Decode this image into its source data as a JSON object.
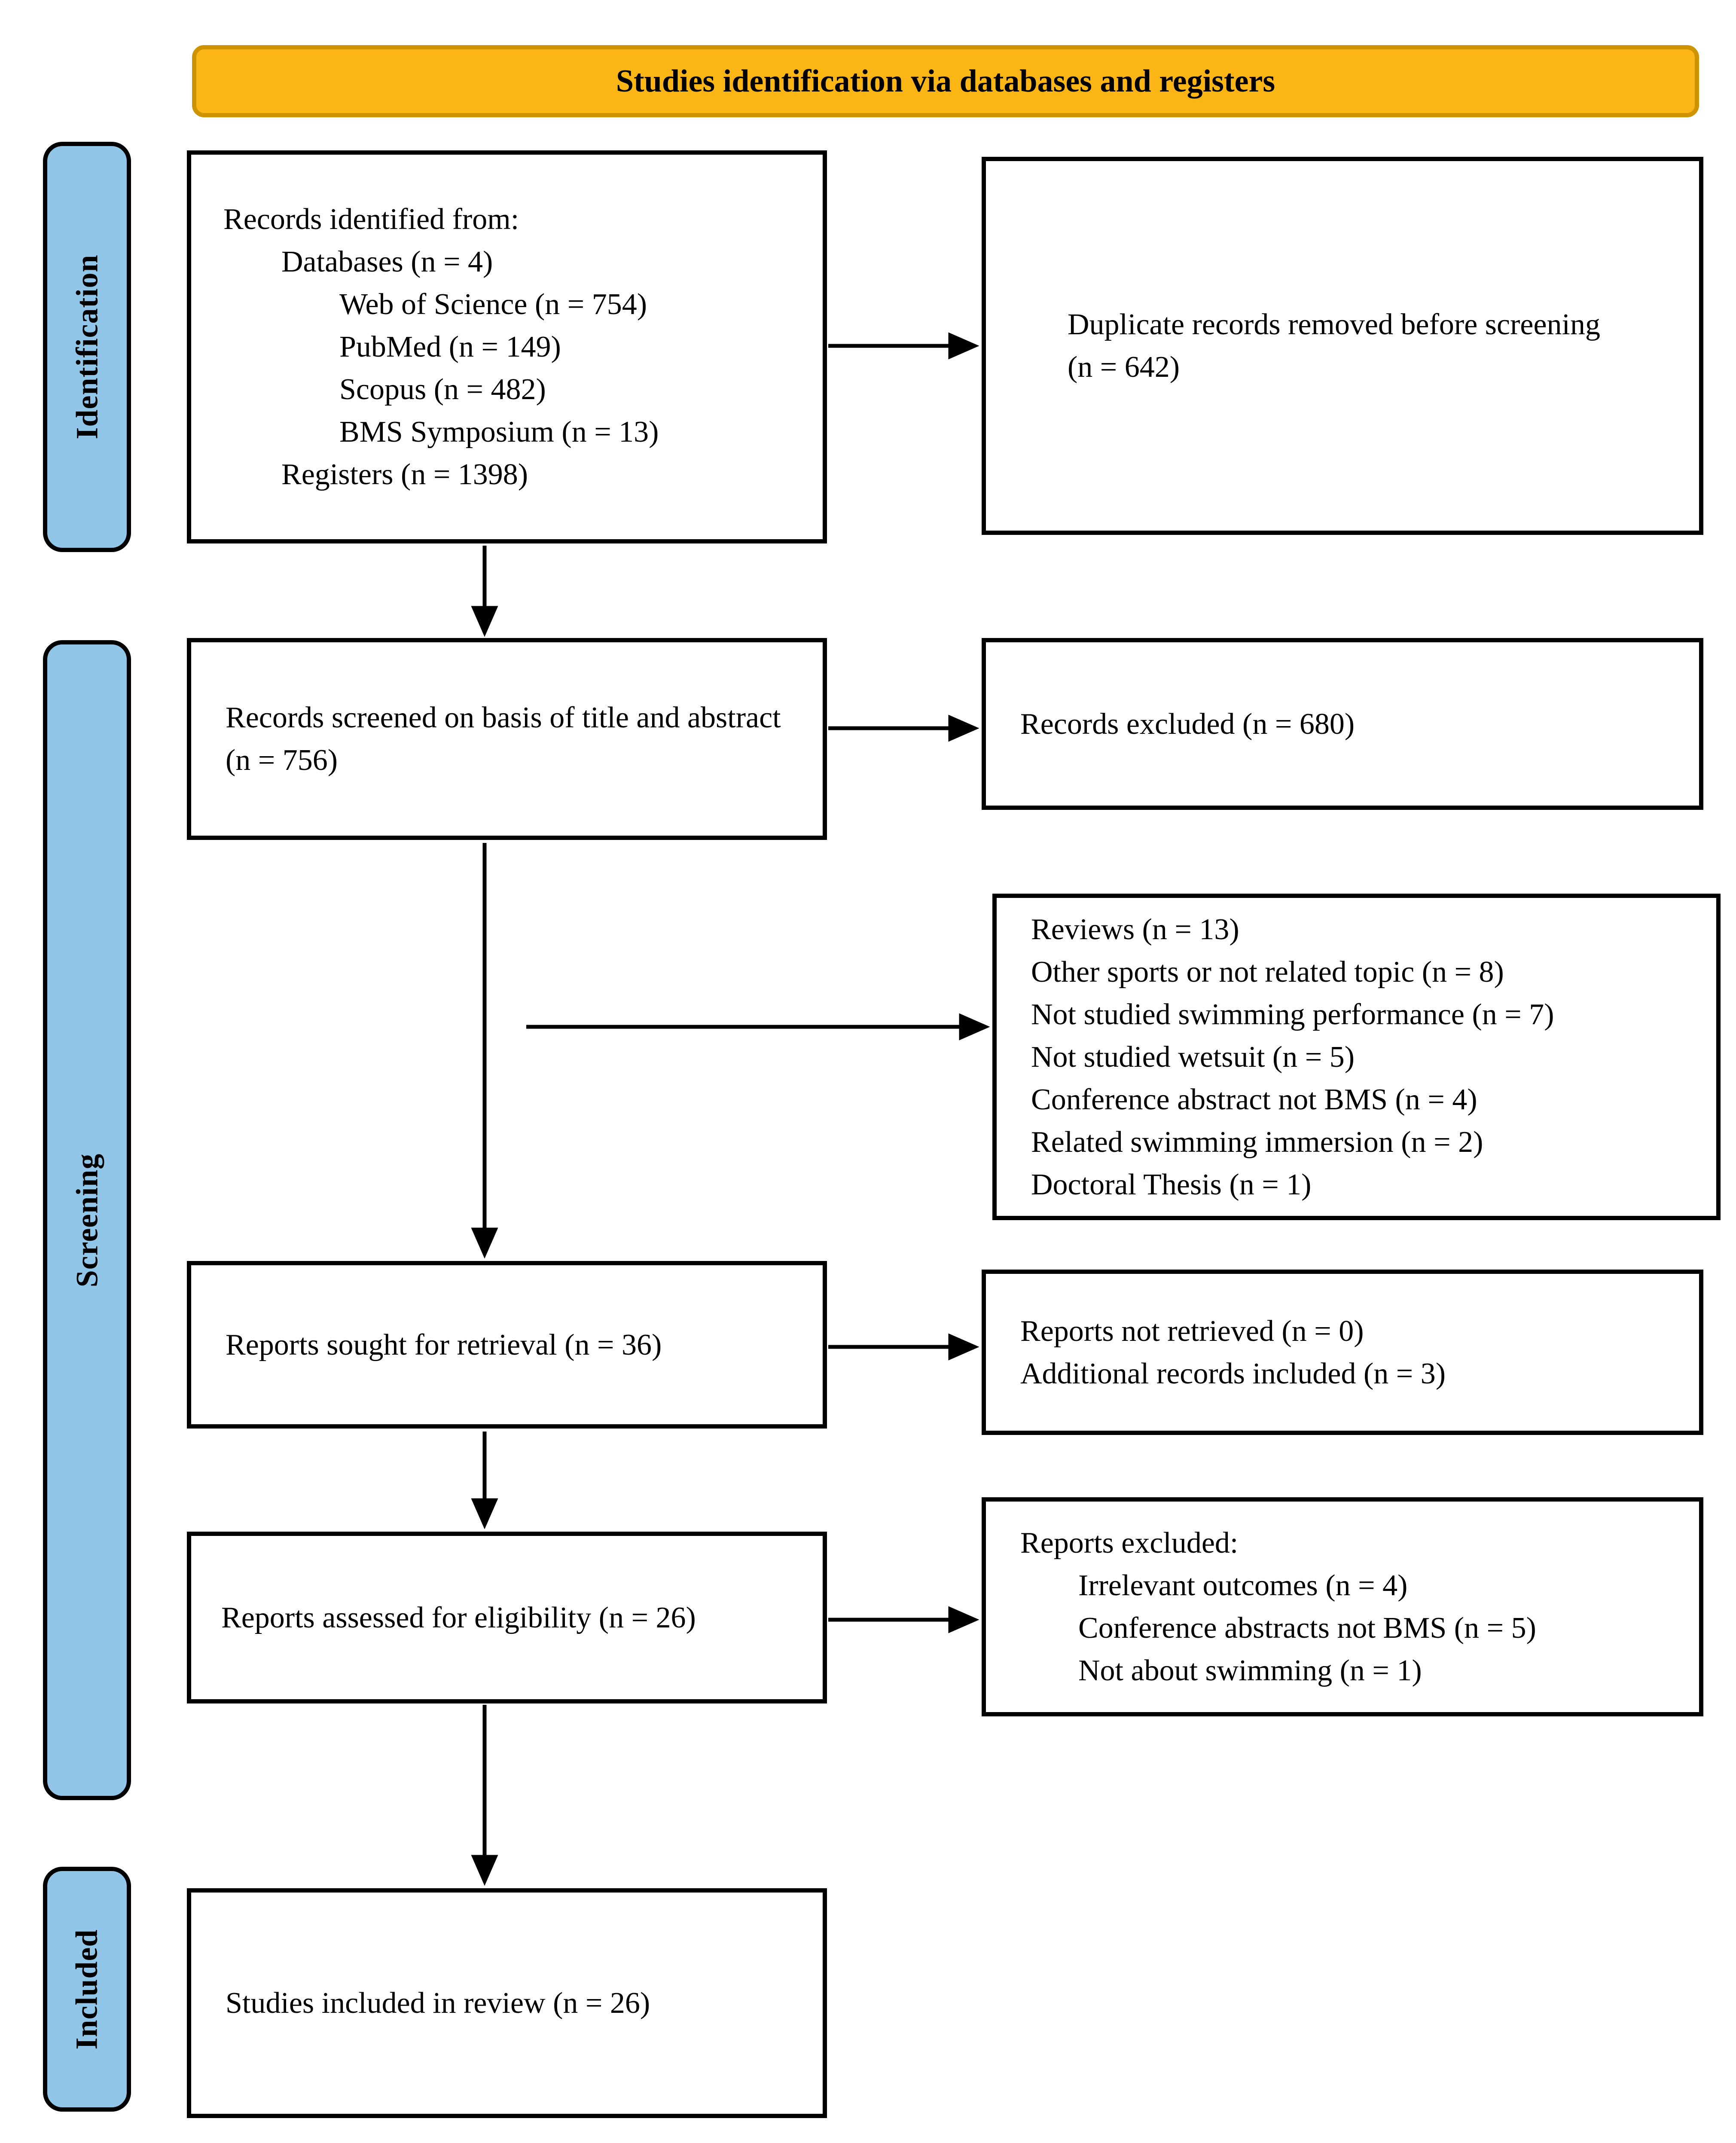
{
  "banner": {
    "title": "Studies identification via databases and registers",
    "fill": "#FBB515",
    "border_color": "#CE9300"
  },
  "stages": {
    "identification": "Identification",
    "screening": "Screening",
    "included": "Included",
    "band_fill": "#92C6E8"
  },
  "boxes": {
    "identified": {
      "lines": [
        "Records identified from:",
        "Databases (n = 4)",
        "Web of Science (n = 754)",
        "PubMed (n = 149)",
        "Scopus (n = 482)",
        "BMS Symposium (n = 13)",
        "Registers (n = 1398)"
      ]
    },
    "duplicates": {
      "text": "Duplicate records removed before screening (n = 642)"
    },
    "screened": {
      "text": "Records screened on basis of title and abstract (n = 756)"
    },
    "excluded": {
      "text": "Records excluded (n = 680)"
    },
    "reasons": {
      "lines": [
        "Reviews (n = 13)",
        "Other sports or not related topic (n = 8)",
        "Not studied swimming performance (n = 7)",
        "Not studied wetsuit (n = 5)",
        "Conference abstract not BMS (n = 4)",
        "Related swimming immersion (n = 2)",
        "Doctoral Thesis (n = 1)"
      ]
    },
    "sought": {
      "text": "Reports sought for retrieval (n = 36)"
    },
    "not_retrieved": {
      "lines": [
        "Reports not retrieved (n = 0)",
        "Additional records included (n = 3)"
      ]
    },
    "assessed": {
      "text": "Reports assessed for eligibility (n = 26)"
    },
    "reports_excluded": {
      "title": "Reports excluded:",
      "items": [
        "Irrelevant outcomes (n = 4)",
        "Conference abstracts not BMS (n = 5)",
        "Not about swimming (n = 1)"
      ]
    },
    "included": {
      "text": "Studies included in review (n = 26)"
    }
  }
}
